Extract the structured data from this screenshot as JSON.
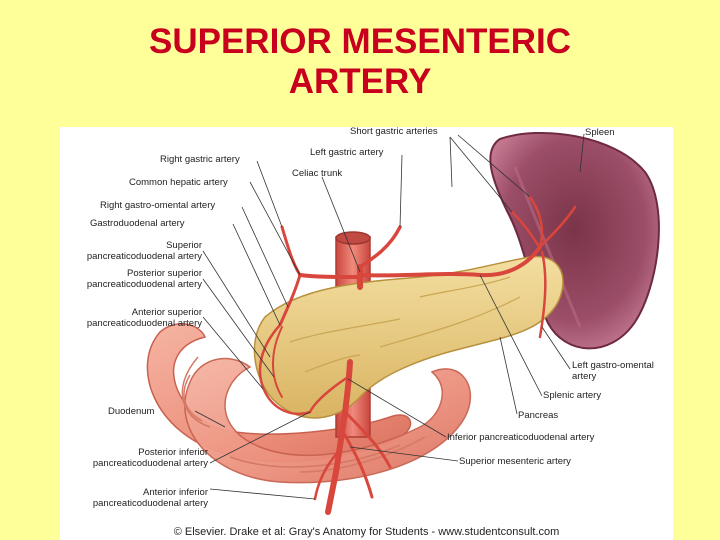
{
  "slide": {
    "title_line1": "SUPERIOR MESENTERIC",
    "title_line2": "ARTERY",
    "background": "#ffff99",
    "title_color": "#c8001e"
  },
  "figure": {
    "labels": {
      "short_gastric": "Short gastric arteries",
      "spleen": "Spleen",
      "right_gastric": "Right gastric artery",
      "left_gastric": "Left gastric artery",
      "celiac_trunk": "Celiac trunk",
      "common_hepatic": "Common hepatic artery",
      "right_gastro_omental": "Right gastro-omental artery",
      "gastroduodenal": "Gastroduodenal artery",
      "sup_pd_1": "Superior",
      "sup_pd_2": "pancreaticoduodenal artery",
      "post_sup_1": "Posterior superior",
      "post_sup_2": "pancreaticoduodenal artery",
      "ant_sup_1": "Anterior superior",
      "ant_sup_2": "pancreaticoduodenal artery",
      "duodenum": "Duodenum",
      "post_inf_1": "Posterior inferior",
      "post_inf_2": "pancreaticoduodenal artery",
      "ant_inf_1": "Anterior inferior",
      "ant_inf_2": "pancreaticoduodenal artery",
      "left_go_1": "Left gastro-omental",
      "left_go_2": "artery",
      "splenic": "Splenic artery",
      "pancreas": "Pancreas",
      "inf_pd": "Inferior pancreaticoduodenal artery",
      "sma": "Superior mesenteric artery"
    },
    "copyright": "© Elsevier. Drake et al: Gray's Anatomy for Students - www.studentconsult.com",
    "colors": {
      "artery": "#e0574f",
      "pancreas": "#ecd08a",
      "duodenum": "#f2a090",
      "spleen": "#a0506a"
    }
  }
}
